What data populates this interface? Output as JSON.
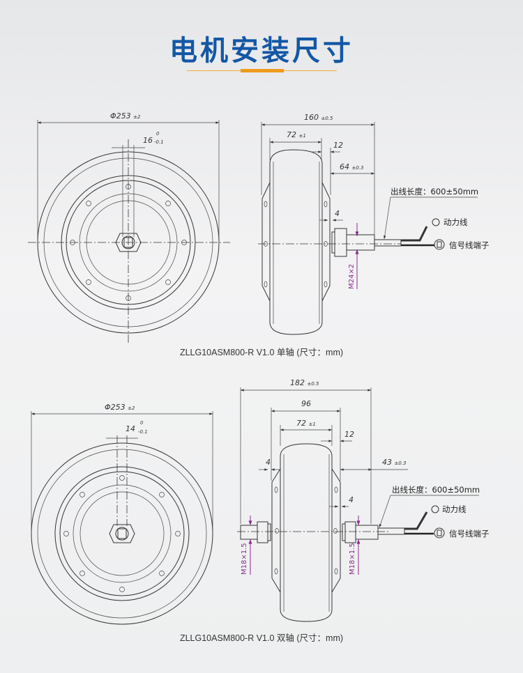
{
  "title": "电机安装尺寸",
  "colors": {
    "title": "#1357a6",
    "accent": "#ee9a1c",
    "thread_mark": "#8a2a8a"
  },
  "single_shaft": {
    "front": {
      "diameter": "Φ253",
      "diameter_tol": "±2",
      "slot": "16",
      "slot_tol_upper": "0",
      "slot_tol_lower": "-0.1"
    },
    "side": {
      "overall": "160",
      "overall_tol": "±0.5",
      "width": "72",
      "width_tol": "±1",
      "flange": "12",
      "shaft": "64",
      "shaft_tol": "±0.3",
      "gap": "4",
      "thread": "M24×2"
    },
    "cable_length": "出线长度：600±50mm",
    "power_wire": "动力线",
    "signal_terminal": "信号线端子",
    "caption": "ZLLG10ASM800-R V1.0 单轴 (尺寸：mm)"
  },
  "double_shaft": {
    "front": {
      "diameter": "Φ253",
      "diameter_tol": "±2",
      "slot": "14",
      "slot_tol_upper": "0",
      "slot_tol_lower": "-0.1"
    },
    "side": {
      "overall": "182",
      "overall_tol": "±0.5",
      "hub": "96",
      "width": "72",
      "width_tol": "±1",
      "flange": "12",
      "shaft": "43",
      "shaft_tol": "±0.3",
      "gap_left": "4",
      "gap_right": "4",
      "thread_left": "M18×1.5",
      "thread_right": "M18×1.5"
    },
    "cable_length": "出线长度：600±50mm",
    "power_wire": "动力线",
    "signal_terminal": "信号线端子",
    "caption": "ZLLG10ASM800-R V1.0 双轴 (尺寸：mm)"
  }
}
